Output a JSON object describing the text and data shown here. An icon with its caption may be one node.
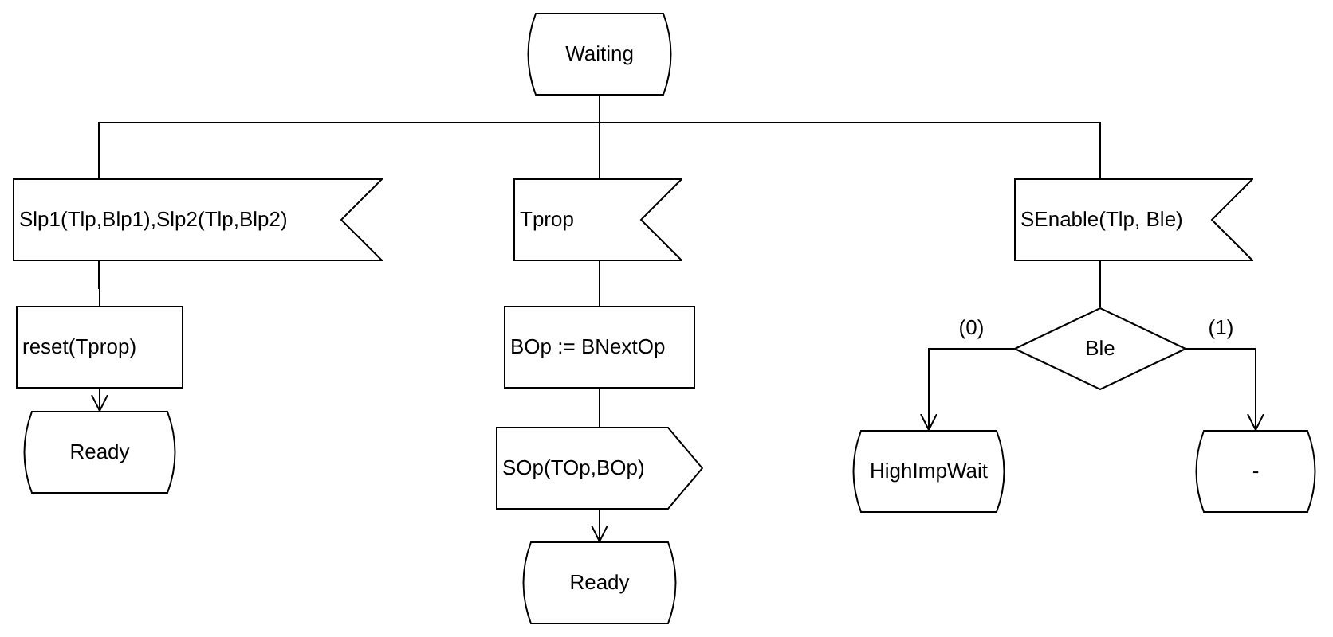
{
  "diagram": {
    "nodes": [
      {
        "text": [
          "Waiting"
        ]
      },
      {
        "text": [
          "Slp1(Tlp,Blp1),Slp2(Tlp,Blp2)"
        ]
      },
      {
        "text": [
          "reset(Tprop)"
        ]
      },
      {
        "text": [
          "Ready"
        ]
      },
      {
        "text": [
          "Tprop"
        ]
      },
      {
        "text": [
          "BOp := BNextOp"
        ]
      },
      {
        "text": [
          "SOp(TOp,BOp)"
        ]
      },
      {
        "text": [
          "Ready"
        ]
      },
      {
        "text": [
          "SEnable(Tlp, Ble)"
        ]
      },
      {
        "text": [
          "Ble"
        ]
      },
      {
        "text": [
          "HighImpWait"
        ]
      },
      {
        "text": [
          "-"
        ]
      }
    ],
    "edges": [
      {
        "from": 0,
        "to": 1,
        "arrow": "none"
      },
      {
        "from": 0,
        "to": 4,
        "arrow": "none"
      },
      {
        "from": 0,
        "to": 8,
        "arrow": "none"
      },
      {
        "from": 1,
        "to": 2,
        "arrow": "none"
      },
      {
        "from": 2,
        "to": 3,
        "arrow": "to"
      },
      {
        "from": 4,
        "to": 5,
        "arrow": "none"
      },
      {
        "from": 5,
        "to": 6,
        "arrow": "none"
      },
      {
        "from": 6,
        "to": 7,
        "arrow": "to"
      },
      {
        "from": 8,
        "to": 9,
        "arrow": "none"
      },
      {
        "from": 9,
        "to": 10,
        "label": "(0)",
        "arrow": "to"
      },
      {
        "from": 9,
        "to": 11,
        "label": "(1)",
        "arrow": "to"
      }
    ]
  }
}
